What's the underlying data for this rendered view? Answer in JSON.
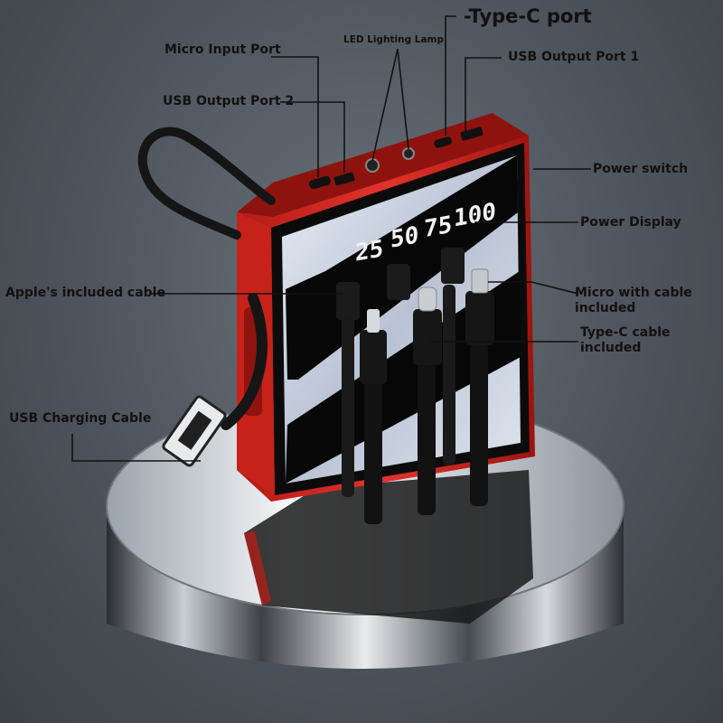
{
  "labels": {
    "type_c_port": "-Type-C port",
    "micro_input_port": "Micro Input Port",
    "led_lighting_lamp": "LED Lighting Lamp",
    "usb_output_port_1": "USB Output Port 1",
    "usb_output_port_2": "USB Output Port 2",
    "power_switch": "Power switch",
    "power_display": "Power Display",
    "apple_cable": "Apple's included cable",
    "micro_cable": "Micro with cable included",
    "type_c_cable": "Type-C cable included",
    "usb_charging_cable": "USB Charging Cable"
  },
  "display": {
    "levels": [
      "25",
      "50",
      "75",
      "100"
    ]
  },
  "colors": {
    "shell": "#d3261f",
    "shell_dark": "#7a0f0b",
    "label_text": "#111111",
    "leader_line": "#111111"
  }
}
